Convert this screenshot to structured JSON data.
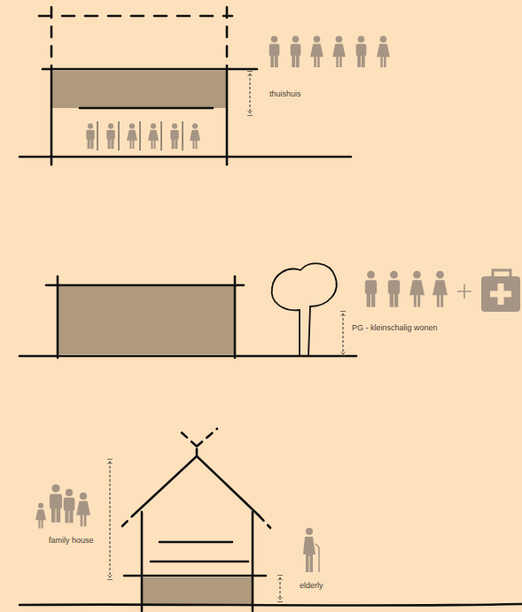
{
  "diagram": {
    "labels": [
      "thuishuis",
      "PG - kleinschalig wonen",
      "family house",
      "elderly"
    ]
  }
}
